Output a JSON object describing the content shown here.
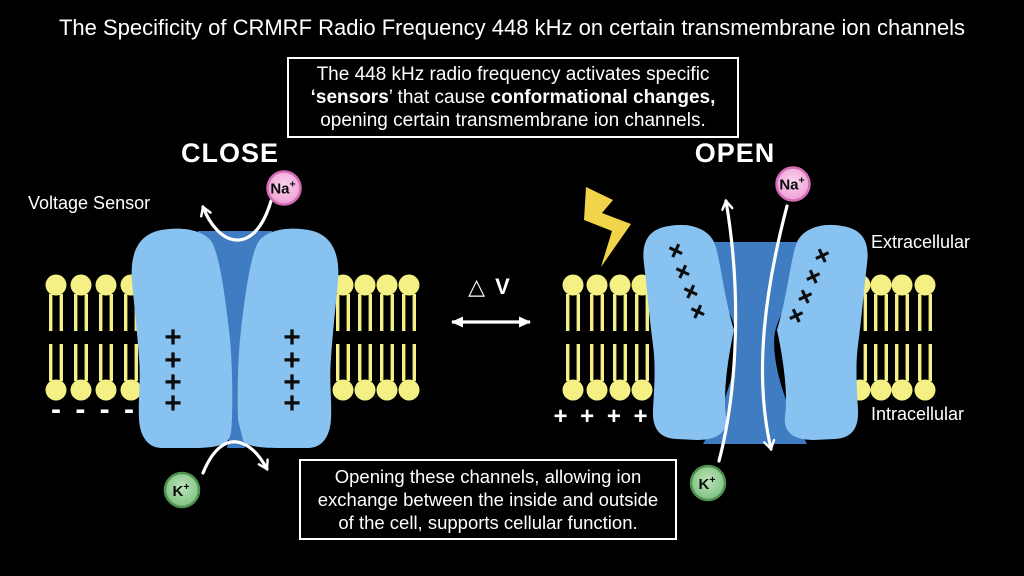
{
  "title": "The Specificity of CRMRF Radio Frequency 448 kHz on certain transmembrane ion channels",
  "info_box_top": {
    "line1": "The 448 kHz radio frequency activates specific",
    "line2_open_quote": "‘",
    "line2_bold1": "sensors",
    "line2_mid": "’ that cause ",
    "line2_bold2": "conformational changes,",
    "line3": "opening certain transmembrane ion channels."
  },
  "info_box_bottom": {
    "line1": "Opening these channels, allowing ion",
    "line2": "exchange between the inside and outside",
    "line3": "of the cell, supports cellular function."
  },
  "state_labels": {
    "closed": "CLOSE",
    "open": "OPEN"
  },
  "labels": {
    "voltage_sensor": "Voltage Sensor",
    "extracellular": "Extracellular",
    "intracellular": "Intracellular",
    "delta_v": "△ V"
  },
  "ions": {
    "na": {
      "symbol": "Na",
      "charge": "+"
    },
    "k": {
      "symbol": "K",
      "charge": "+"
    }
  },
  "charge_symbols": {
    "plus": "+",
    "minus_row": "- - - -",
    "plus_row": "+ + + +"
  },
  "colors": {
    "background": "#000000",
    "text": "#FFFFFF",
    "channel_body": "#87C2F0",
    "channel_pore": "#3F7CC1",
    "lipid": "#F5F083",
    "lightning": "#F2D44B",
    "na_ion_fill": "#F2AEDC",
    "na_ion_border": "#D46CB6",
    "k_ion_fill": "#8FCB8F",
    "k_ion_border": "#4F9150",
    "charge_text": "#0B0B0B"
  }
}
